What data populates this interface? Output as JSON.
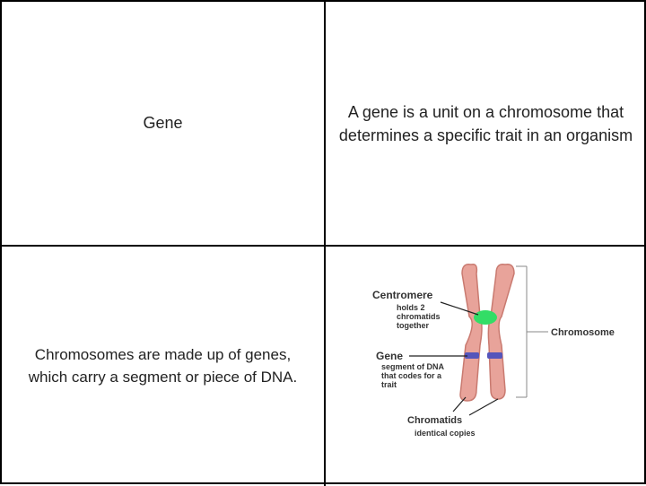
{
  "cells": {
    "term": "Gene",
    "definition": {
      "line1": "A gene is a unit on a chromosome that",
      "line2": "determines a specific trait in an organism"
    },
    "fact": {
      "line1": "Chromosomes are made up of genes,",
      "line2": "which carry a segment or piece of DNA."
    }
  },
  "diagram": {
    "centromere_title": "Centromere",
    "centromere_desc": [
      "holds 2",
      "chromatids",
      "together"
    ],
    "gene_title": "Gene",
    "gene_desc": [
      "segment of DNA",
      "that codes for a",
      "trait"
    ],
    "chromosome_label": "Chromosome",
    "chromatids_title": "Chromatids",
    "chromatids_desc": "identical copies",
    "colors": {
      "chromosome_fill": "#e8a39a",
      "chromosome_stroke": "#c97a70",
      "centromere": "#33dd66",
      "gene_band": "#5555bb"
    }
  }
}
